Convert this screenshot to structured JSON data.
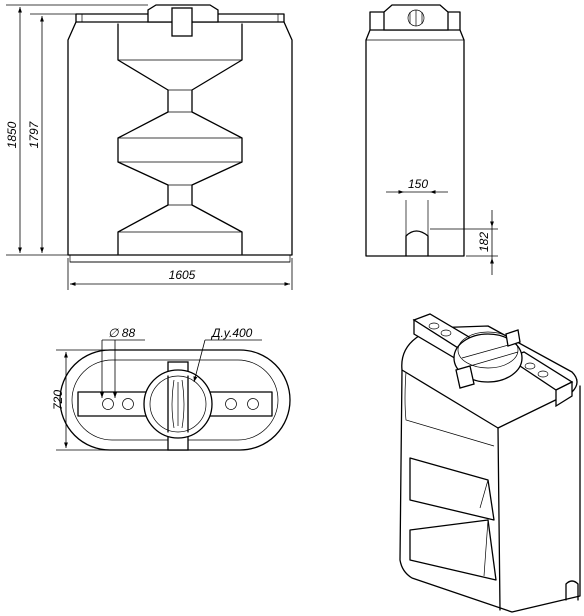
{
  "dimensions": {
    "overall_height": "1850",
    "body_height": "1797",
    "width": "1605",
    "outlet_width": "150",
    "outlet_height": "182",
    "hole_diameter": "∅ 88",
    "lid_diameter": "Д.у.400",
    "depth": "720"
  },
  "colors": {
    "line": "#000000",
    "background": "#ffffff"
  }
}
